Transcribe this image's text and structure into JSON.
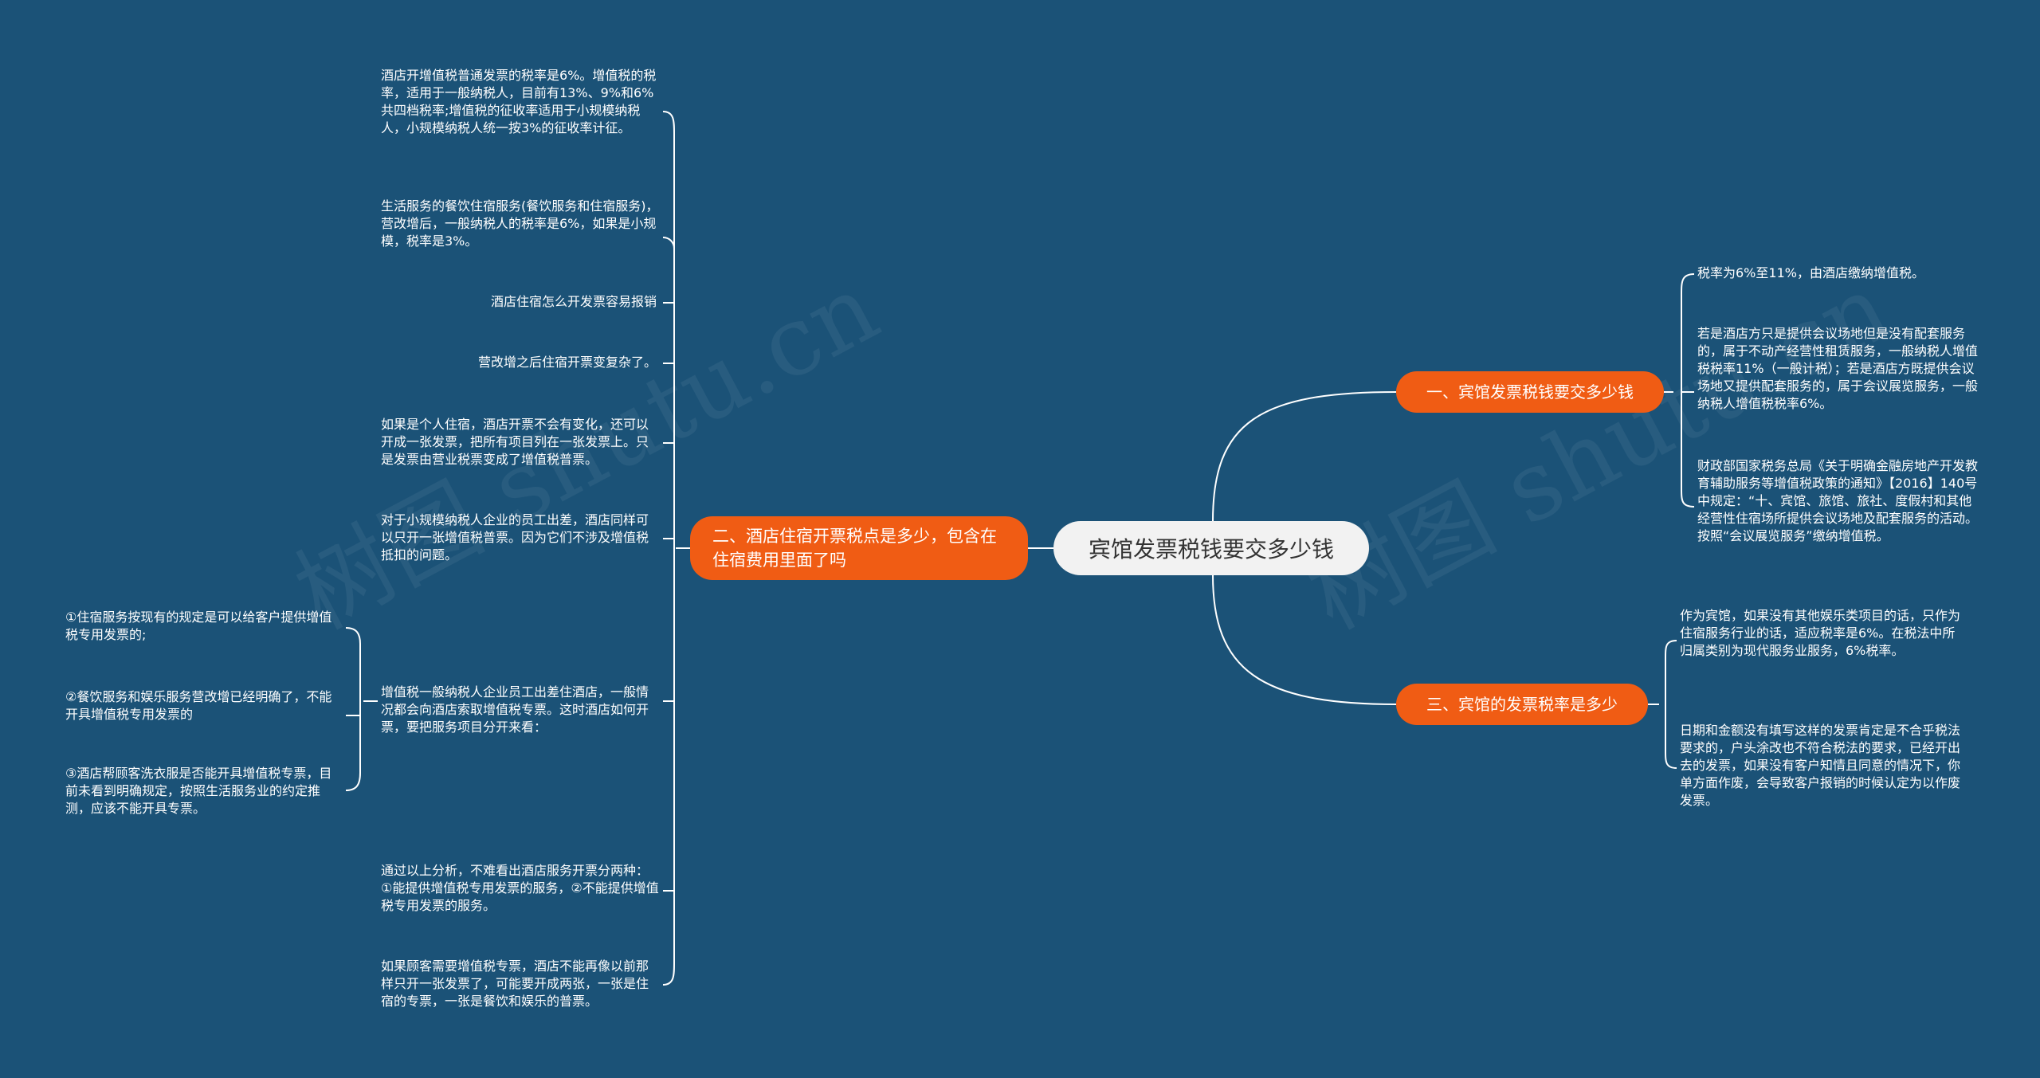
{
  "root": {
    "title": "宾馆发票税钱要交多少钱"
  },
  "branches": {
    "b1": {
      "label": "一、宾馆发票税钱要交多少钱"
    },
    "b2": {
      "label": "二、酒店住宿开票税点是多少，包含在住宿费用里面了吗"
    },
    "b3": {
      "label": "三、宾馆的发票税率是多少"
    }
  },
  "b1_leaves": [
    "税率为6%至11%，由酒店缴纳增值税。",
    "若是酒店方只是提供会议场地但是没有配套服务的，属于不动产经营性租赁服务，一般纳税人增值税税率11%（一般计税）；若是酒店方既提供会议场地又提供配套服务的，属于会议展览服务，一般纳税人增值税税率6%。",
    "财政部国家税务总局《关于明确金融房地产开发教育辅助服务等增值税政策的通知》【2016】140号中规定：“十、宾馆、旅馆、旅社、度假村和其他经营性住宿场所提供会议场地及配套服务的活动。按照“会议展览服务”缴纳增值税。"
  ],
  "b3_leaves": [
    "作为宾馆，如果没有其他娱乐类项目的话，只作为住宿服务行业的话，适应税率是6%。在税法中所归属类别为现代服务业服务，6%税率。",
    "日期和金额没有填写这样的发票肯定是不合乎税法要求的，户头涂改也不符合税法的要求，已经开出去的发票，如果没有客户知情且同意的情况下，你单方面作废，会导致客户报销的时候认定为以作废发票。"
  ],
  "b2_leaves": [
    "酒店开增值税普通发票的税率是6%。增值税的税率，适用于一般纳税人，目前有13%、9%和6%共四档税率;增值税的征收率适用于小规模纳税人，小规模纳税人统一按3%的征收率计征。",
    "生活服务的餐饮住宿服务(餐饮服务和住宿服务)，营改增后，一般纳税人的税率是6%，如果是小规模，税率是3%。",
    "酒店住宿怎么开发票容易报销",
    "营改增之后住宿开票变复杂了。",
    "如果是个人住宿，酒店开票不会有变化，还可以开成一张发票，把所有项目列在一张发票上。只是发票由营业税票变成了增值税普票。",
    "对于小规模纳税人企业的员工出差，酒店同样可以只开一张增值税普票。因为它们不涉及增值税抵扣的问题。",
    "增值税一般纳税人企业员工出差住酒店，一般情况都会向酒店索取增值税专票。这时酒店如何开票，要把服务项目分开来看：",
    "通过以上分析，不难看出酒店服务开票分两种：①能提供增值税专用发票的服务，②不能提供增值税专用发票的服务。",
    "如果顾客需要增值税专票，酒店不能再像以前那样只开一张发票了，可能要开成两张，一张是住宿的专票，一张是餐饮和娱乐的普票。"
  ],
  "sub_leaves": [
    "①住宿服务按现有的规定是可以给客户提供增值税专用发票的;",
    "②餐饮服务和娱乐服务营改增已经明确了，不能开具增值税专用发票的",
    "③酒店帮顾客洗衣服是否能开具增值税专票，目前未看到明确规定，按照生活服务业的约定推测，应该不能开具专票。"
  ],
  "watermarks": [
    "树图 shutu.cn",
    "树图 shutu.cn"
  ],
  "colors": {
    "background": "#1b5277",
    "branch": "#f05c14",
    "root_bg": "#f2f2f2",
    "root_text": "#333333",
    "line": "#ffffff"
  }
}
